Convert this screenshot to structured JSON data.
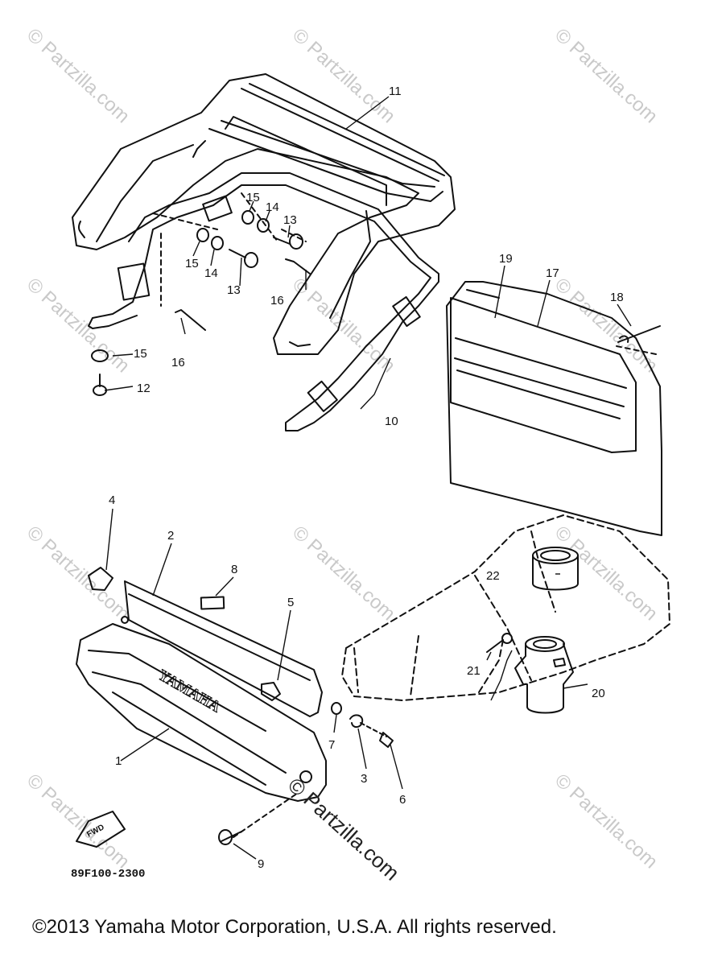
{
  "watermark_text": "© Partzilla.com",
  "watermark_large": "© Partzilla.com",
  "brand_text": "YAMAHA",
  "fwd_text": "FWD",
  "drawing_code": "89F100-2300",
  "copyright": "©2013  Yamaha Motor Corporation, U.S.A. All rights reserved.",
  "callouts": [
    {
      "id": "c11",
      "label": "11"
    },
    {
      "id": "c15a",
      "label": "15"
    },
    {
      "id": "c14a",
      "label": "14"
    },
    {
      "id": "c13a",
      "label": "13"
    },
    {
      "id": "c15b",
      "label": "15"
    },
    {
      "id": "c14b",
      "label": "14"
    },
    {
      "id": "c13b",
      "label": "13"
    },
    {
      "id": "c16a",
      "label": "16"
    },
    {
      "id": "c16b",
      "label": "16"
    },
    {
      "id": "c15c",
      "label": "15"
    },
    {
      "id": "c12",
      "label": "12"
    },
    {
      "id": "c10",
      "label": "10"
    },
    {
      "id": "c19",
      "label": "19"
    },
    {
      "id": "c17",
      "label": "17"
    },
    {
      "id": "c18",
      "label": "18"
    },
    {
      "id": "c4",
      "label": "4"
    },
    {
      "id": "c2",
      "label": "2"
    },
    {
      "id": "c8",
      "label": "8"
    },
    {
      "id": "c5",
      "label": "5"
    },
    {
      "id": "c22",
      "label": "22"
    },
    {
      "id": "c21",
      "label": "21"
    },
    {
      "id": "c20",
      "label": "20"
    },
    {
      "id": "c1",
      "label": "1"
    },
    {
      "id": "c7",
      "label": "7"
    },
    {
      "id": "c3",
      "label": "3"
    },
    {
      "id": "c6",
      "label": "6"
    },
    {
      "id": "c9",
      "label": "9"
    }
  ]
}
